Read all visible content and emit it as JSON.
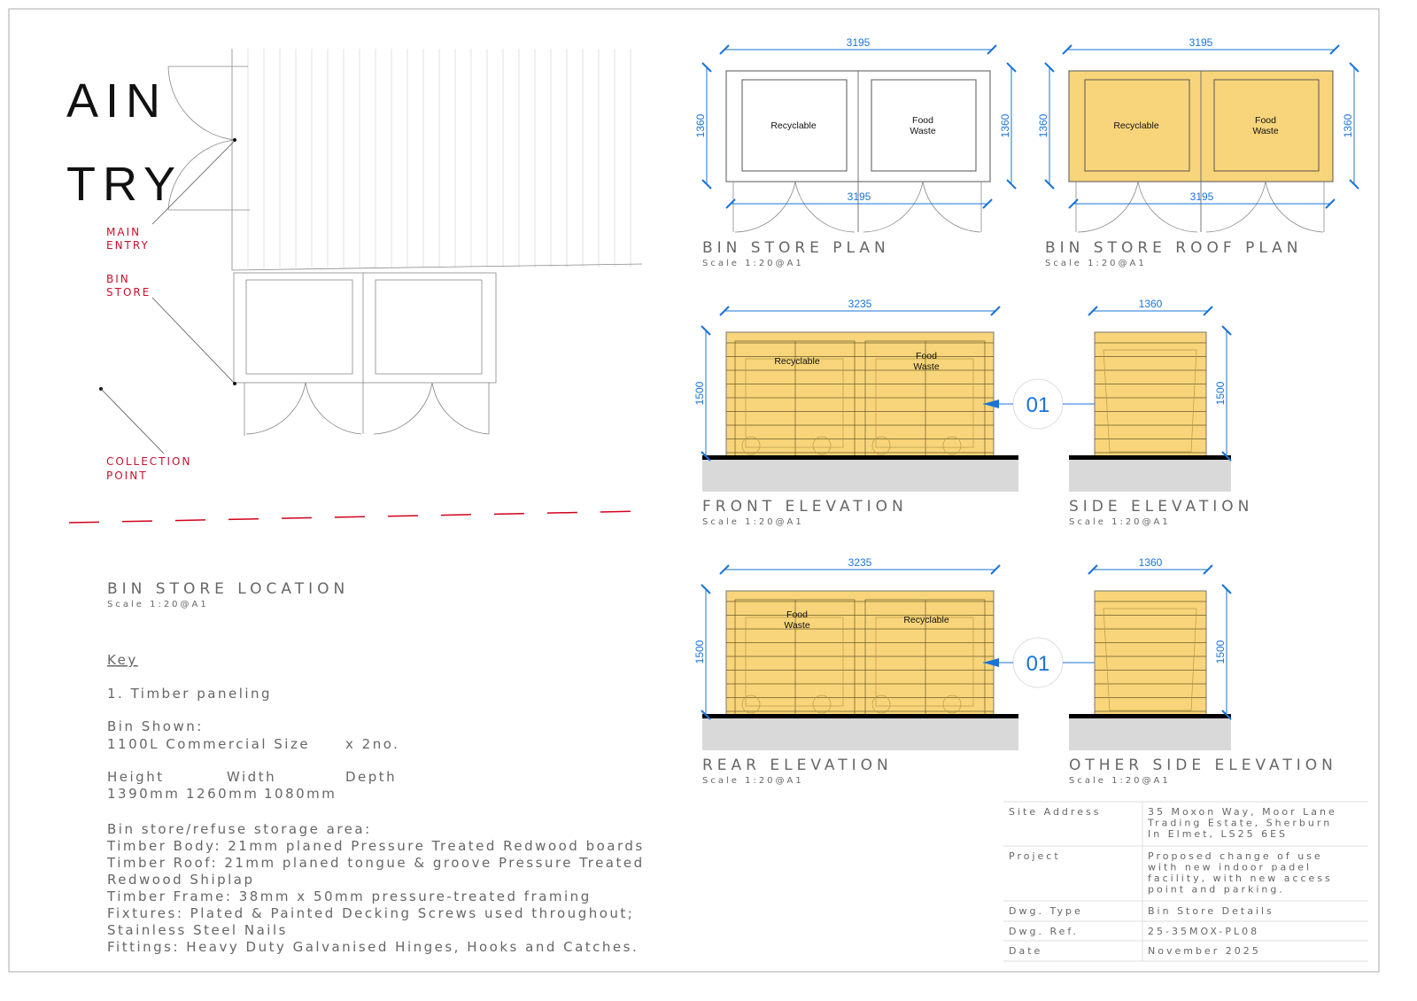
{
  "colors": {
    "timber": "#f8d57a",
    "dimension": "#1a73d9",
    "annotation": "#c8102e",
    "ground": "#d9d9d9"
  },
  "location": {
    "big_text_1": "AIN",
    "big_text_2": "TRY",
    "labels": {
      "main_entry": [
        "MAIN",
        "ENTRY"
      ],
      "bin_store": [
        "BIN",
        "STORE"
      ],
      "collection_point": [
        "COLLECTION",
        "POINT"
      ]
    },
    "title": "BIN STORE LOCATION",
    "scale": "Scale 1:20@A1"
  },
  "key": {
    "heading": "Key",
    "item1": "1.  Timber paneling",
    "bin_shown_label": "Bin Shown:",
    "bin_shown": "1100L Commercial Size",
    "bin_qty": "x 2no.",
    "dims_headers": [
      "Height",
      "Width",
      "Depth"
    ],
    "dims_values": [
      "1390mm",
      "1260mm",
      "1080mm"
    ],
    "spec_lines": [
      "Bin store/refuse storage area:",
      "Timber Body: 21mm planed Pressure Treated Redwood boards",
      "Timber Roof: 21mm planed tongue & groove Pressure Treated",
      "Redwood Shiplap",
      "Timber Frame: 38mm x 50mm pressure-treated framing",
      "Fixtures: Plated & Painted Decking Screws used throughout;",
      "Stainless Steel Nails",
      "Fittings: Heavy Duty Galvanised Hinges, Hooks and Catches."
    ]
  },
  "views": {
    "plan": {
      "title": "BIN STORE PLAN",
      "scale": "Scale 1:20@A1",
      "width": "3195",
      "width2": "3195",
      "depth": "1360",
      "depth2": "1360",
      "bin1": "Recyclable",
      "bin2": [
        "Food",
        "Waste"
      ]
    },
    "roof": {
      "title": "BIN STORE ROOF PLAN",
      "scale": "Scale 1:20@A1",
      "width": "3195",
      "width2": "3195",
      "depth": "1360",
      "depth2": "1360",
      "bin1": "Recyclable",
      "bin2": [
        "Food",
        "Waste"
      ]
    },
    "front": {
      "title": "FRONT ELEVATION",
      "scale": "Scale 1:20@A1",
      "width": "3235",
      "height": "1500",
      "bin1": "Recyclable",
      "bin2": [
        "Food",
        "Waste"
      ],
      "marker": "01"
    },
    "side": {
      "title": "SIDE ELEVATION",
      "scale": "Scale 1:20@A1",
      "width": "1360",
      "height": "1500"
    },
    "rear": {
      "title": "REAR ELEVATION",
      "scale": "Scale 1:20@A1",
      "width": "3235",
      "height": "1500",
      "bin1": [
        "Food",
        "Waste"
      ],
      "bin2": "Recyclable",
      "marker": "01"
    },
    "other_side": {
      "title": "OTHER SIDE ELEVATION",
      "scale": "Scale 1:20@A1",
      "width": "1360",
      "height": "1500"
    }
  },
  "title_block": [
    {
      "label": "Site Address",
      "value": [
        "35 Moxon Way, Moor Lane",
        "Trading Estate, Sherburn",
        "In Elmet, LS25 6ES"
      ]
    },
    {
      "label": "Project",
      "value": [
        "Proposed change of use",
        "with new indoor padel",
        "facility, with new access",
        "point and parking."
      ]
    },
    {
      "label": "Dwg. Type",
      "value": [
        "Bin Store Details"
      ]
    },
    {
      "label": "Dwg. Ref.",
      "value": [
        "25-35MOX-PL08"
      ]
    },
    {
      "label": "Date",
      "value": [
        "November 2025"
      ]
    }
  ]
}
